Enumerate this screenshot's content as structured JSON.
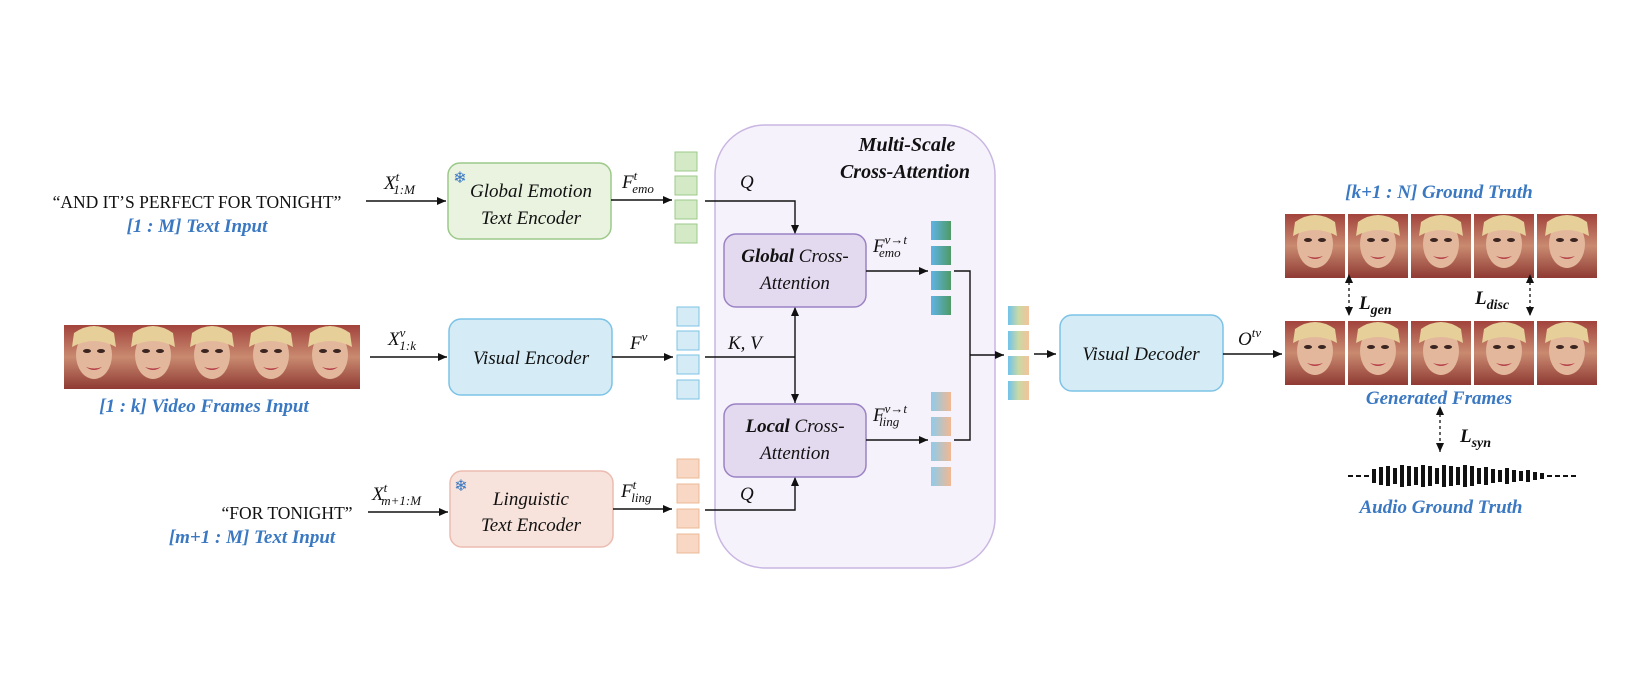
{
  "inputs": {
    "text_quote_top": "“AND IT’S PERFECT FOR TONIGHT”",
    "text_label_top": "[1 : M] Text Input",
    "video_label": "[1 : k] Video Frames Input",
    "text_quote_bottom": "“FOR TONIGHT”",
    "text_label_bottom": "[m+1 : M] Text Input"
  },
  "symbols": {
    "x_text_top": {
      "base": "X",
      "sup": "t",
      "sub": "1:M"
    },
    "x_video": {
      "base": "X",
      "sup": "v",
      "sub": "1:k"
    },
    "x_text_bottom": {
      "base": "X",
      "sup": "t",
      "sub": "m+1:M"
    },
    "f_emo": {
      "base": "F",
      "sup": "t",
      "sub": "emo"
    },
    "f_v": {
      "base": "F",
      "sup": "v"
    },
    "f_ling": {
      "base": "F",
      "sup": "t",
      "sub": "ling"
    },
    "q_top": "Q",
    "kv": "K, V",
    "q_bottom": "Q",
    "f_emo_out": {
      "base": "F",
      "sup": "v→t",
      "sub": "emo"
    },
    "f_ling_out": {
      "base": "F",
      "sup": "v→t",
      "sub": "ling"
    },
    "o_tv": {
      "base": "O",
      "sup": "tv"
    }
  },
  "encoders": {
    "global_emotion_line1": "Global Emotion",
    "global_emotion_line2": "Text Encoder",
    "visual": "Visual Encoder",
    "linguistic_line1": "Linguistic",
    "linguistic_line2": "Text Encoder"
  },
  "attention": {
    "panel_title_line1": "Multi-Scale",
    "panel_title_line2": "Cross-Attention",
    "global_bold": "Global",
    "global_rest": " Cross-",
    "global_line2": "Attention",
    "local_bold": "Local",
    "local_rest": " Cross-",
    "local_line2": "Attention"
  },
  "decoder": {
    "label": "Visual Decoder"
  },
  "outputs": {
    "ground_truth_label": "[k+1 : N] Ground Truth",
    "generated_label": "Generated Frames",
    "audio_label": "Audio Ground Truth",
    "loss_gen": {
      "base": "L",
      "sub": "gen"
    },
    "loss_disc": {
      "base": "L",
      "sub": "disc"
    },
    "loss_syn": {
      "base": "L",
      "sub": "syn"
    }
  },
  "colors": {
    "green_fill": "#e9f3df",
    "green_stroke": "#9cc98a",
    "blue_fill": "#d5ecf7",
    "blue_stroke": "#7dc3e6",
    "pink_fill": "#f8e2dc",
    "pink_stroke": "#ecbcb0",
    "purple_fill": "#e4daf0",
    "purple_stroke": "#9a82c4",
    "panel_fill": "#f6f2fb",
    "panel_stroke": "#c9b6e2",
    "label_blue": "#3a78c2"
  },
  "icons": {
    "frozen": "snowflake-icon"
  }
}
